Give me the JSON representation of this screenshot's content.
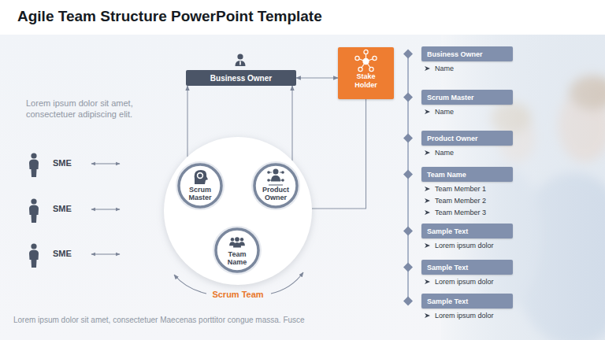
{
  "diagram": {
    "title": "Agile Team Structure PowerPoint Template",
    "caption": "Lorem ipsum dolor sit amet, consectetuer Maecenas porttitor congue massa. Fusce",
    "nodes": [
      {
        "text": [
          "Business Owner"
        ]
      },
      {
        "text": [
          "Stake Holder"
        ]
      },
      {
        "text": [
          "Scrum Team"
        ]
      },
      {
        "text": [
          "Scrum Master"
        ],
        "in": 2
      },
      {
        "text": [
          "Product Owner"
        ],
        "in": 2
      },
      {
        "text": [
          "Team Name"
        ],
        "in": 2
      },
      {
        "text": [
          "Business Owner",
          "Name"
        ]
      },
      {
        "text": [
          "Scrum Master",
          "Name"
        ]
      },
      {
        "text": [
          "Product Owner",
          "Name"
        ]
      },
      {
        "text": [
          "Team Name",
          "Team Member 1",
          "Team Member 2",
          "Team Member 3"
        ]
      },
      {
        "text": [
          "Sample Text",
          "Lorem ipsum dolor"
        ]
      },
      {
        "text": [
          "Sample Text",
          "Lorem ipsum dolor"
        ]
      },
      {
        "text": [
          "Sample Text",
          "Lorem ipsum dolor"
        ]
      }
    ],
    "edges": [
      {
        "from": 2,
        "to": 0,
        "arrow": "to"
      },
      {
        "from": 2,
        "to": 0,
        "arrow": "to"
      },
      {
        "from": 0,
        "to": 1,
        "arrow": "both"
      },
      {
        "from": 1,
        "to": 2,
        "arrow": "none"
      }
    ],
    "labels": [
      "Lorem ipsum dolor sit amet, consectetuer adipiscing elit.",
      "SME",
      "SME",
      "SME"
    ]
  }
}
